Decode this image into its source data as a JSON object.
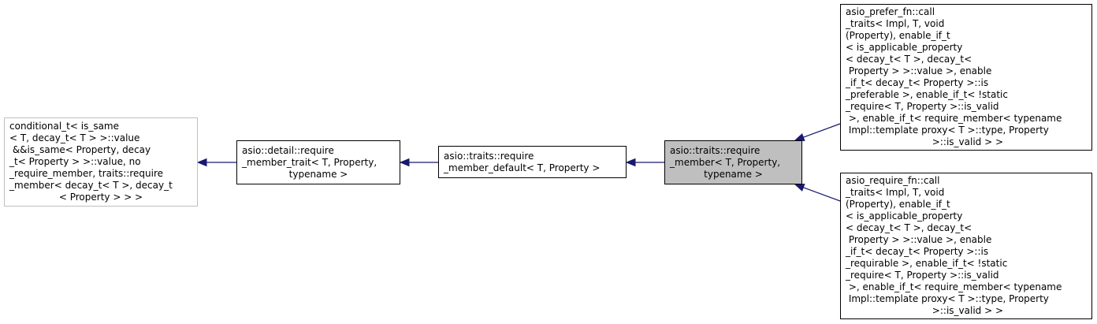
{
  "colors": {
    "edge": "#191970",
    "node_border": "#000000",
    "external_border": "#bfbfbf",
    "focus_fill": "#bfbfbf"
  },
  "nodes": {
    "conditional": {
      "lines": [
        "conditional_t< is_same",
        "< T, decay_t< T > >::value",
        " &&is_same< Property, decay",
        "_t< Property > >::value, no",
        "_require_member, traits::require",
        "_member< decay_t< T >, decay_t",
        "< Property > > >"
      ]
    },
    "detail_trait": {
      "lines": [
        "asio::detail::require",
        "_member_trait< T, Property,",
        "typename >"
      ]
    },
    "member_default": {
      "lines": [
        "asio::traits::require",
        "_member_default< T, Property >"
      ]
    },
    "require_member": {
      "lines": [
        "asio::traits::require",
        "_member< T, Property,",
        "typename >"
      ]
    },
    "prefer_fn": {
      "lines": [
        "asio_prefer_fn::call",
        "_traits< Impl, T, void",
        "(Property), enable_if_t",
        "< is_applicable_property",
        "< decay_t< T >, decay_t<",
        " Property > >::value >, enable",
        "_if_t< decay_t< Property >::is",
        "_preferable >, enable_if_t< !static",
        "_require< T, Property >::is_valid",
        " >, enable_if_t< require_member< typename",
        " Impl::template proxy< T >::type, Property",
        " >::is_valid > >"
      ]
    },
    "require_fn": {
      "lines": [
        "asio_require_fn::call",
        "_traits< Impl, T, void",
        "(Property), enable_if_t",
        "< is_applicable_property",
        "< decay_t< T >, decay_t<",
        " Property > >::value >, enable",
        "_if_t< decay_t< Property >::is",
        "_requirable >, enable_if_t< !static",
        "_require< T, Property >::is_valid",
        " >, enable_if_t< require_member< typename",
        " Impl::template proxy< T >::type, Property",
        " >::is_valid > >"
      ]
    }
  }
}
